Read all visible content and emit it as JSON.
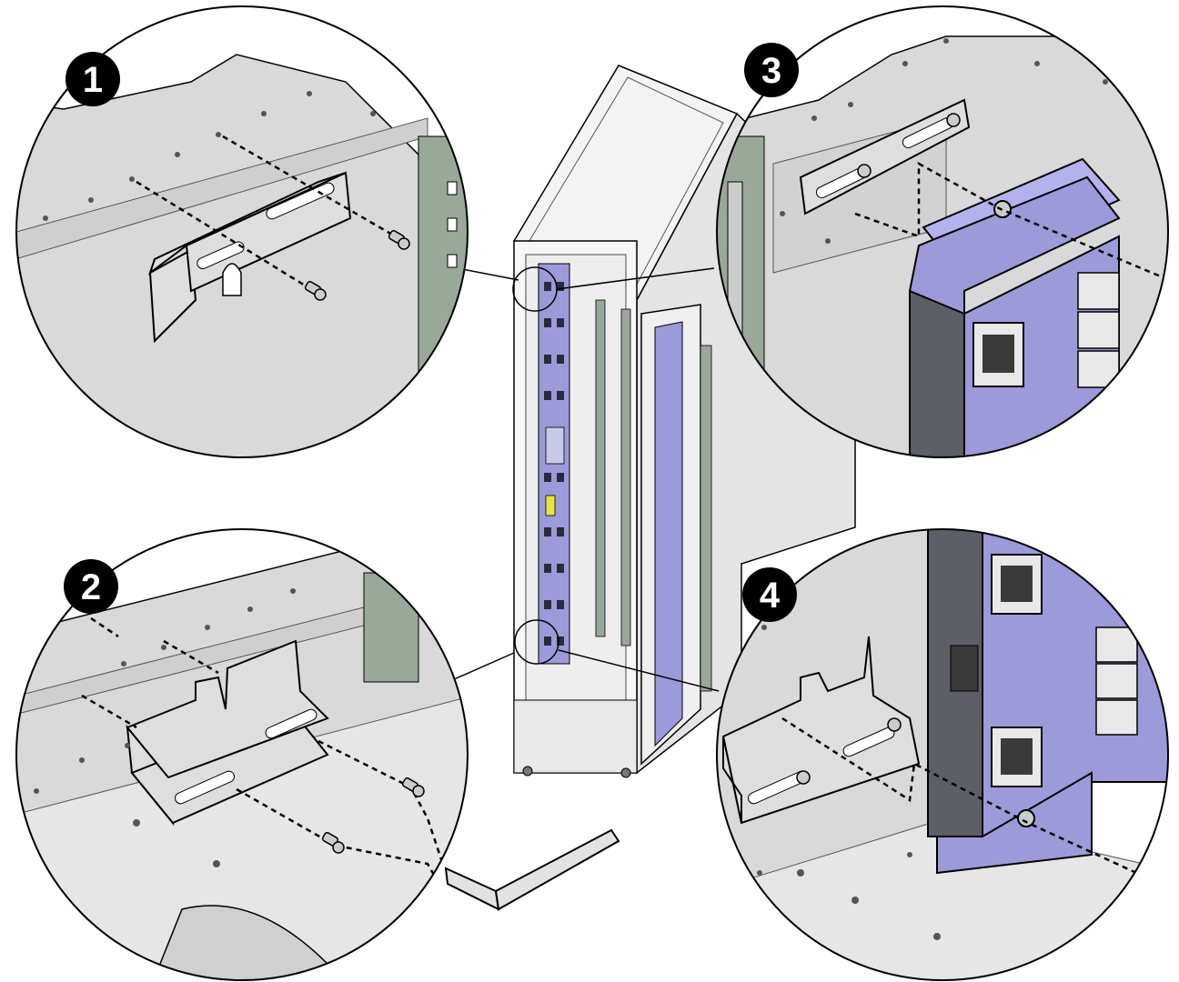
{
  "figure": {
    "description_steps": [
      {
        "number": "1",
        "callout": "upper-left"
      },
      {
        "number": "2",
        "callout": "lower-left"
      },
      {
        "number": "3",
        "callout": "upper-right"
      },
      {
        "number": "4",
        "callout": "lower-right"
      }
    ]
  },
  "colors": {
    "pdu": "#9c9ad8",
    "pdu_dark": "#7c79c0",
    "metal": "#d9d9d9",
    "metal_dark": "#b9b9b9",
    "rail_green": "#9aa89a",
    "outline": "#000000"
  }
}
